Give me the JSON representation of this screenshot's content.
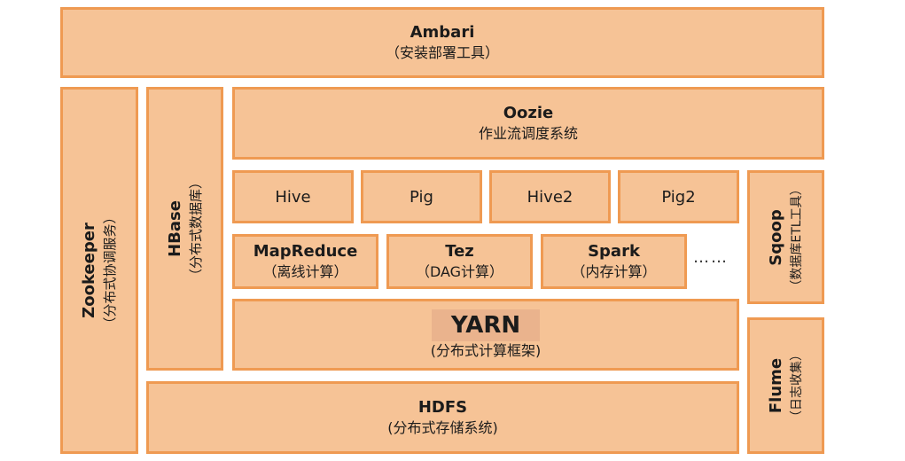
{
  "ambari": {
    "title": "Ambari",
    "sub": "（安装部署工具）"
  },
  "zookeeper": {
    "title": "Zookeeper",
    "sub": "（分布式协调服务）"
  },
  "hbase": {
    "title": "HBase",
    "sub": "（分布式数据库）"
  },
  "oozie": {
    "title": "Oozie",
    "sub": "作业流调度系统"
  },
  "hive": {
    "label": "Hive"
  },
  "pig": {
    "label": "Pig"
  },
  "hive2": {
    "label": "Hive2"
  },
  "pig2": {
    "label": "Pig2"
  },
  "mapreduce": {
    "title": "MapReduce",
    "sub": "（离线计算）"
  },
  "tez": {
    "title": "Tez",
    "sub": "（DAG计算）"
  },
  "spark": {
    "title": "Spark",
    "sub": "（内存计算）"
  },
  "ellipsis": "……",
  "yarn": {
    "title": "YARN",
    "sub": "(分布式计算框架)"
  },
  "hdfs": {
    "title": "HDFS",
    "sub": "(分布式存储系统)"
  },
  "sqoop": {
    "title": "Sqoop",
    "sub": "（数据库ETL工具）"
  },
  "flume": {
    "title": "Flume",
    "sub": "（日志收集）"
  }
}
